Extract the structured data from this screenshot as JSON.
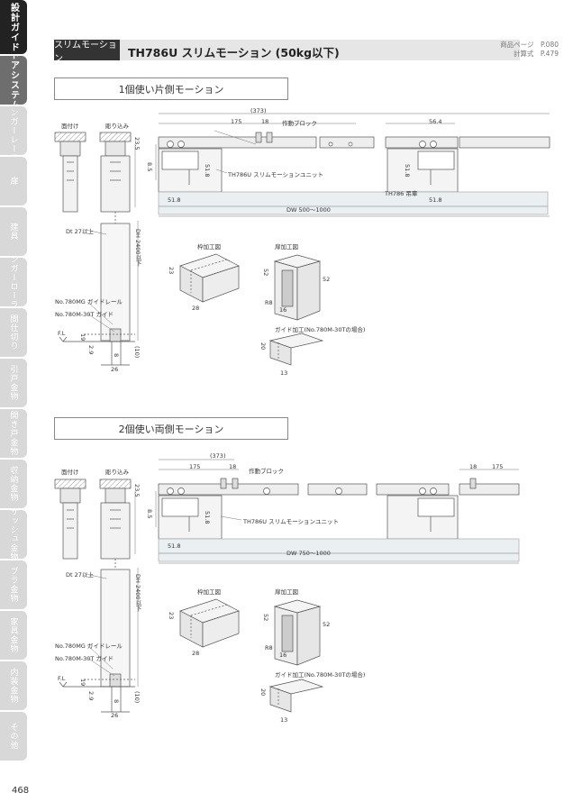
{
  "side_tabs": [
    {
      "label": "設計ガイド",
      "state": "active"
    },
    {
      "label": "ドアシステム",
      "state": "current"
    },
    {
      "label": "ハンガーレール",
      "state": "normal"
    },
    {
      "label": "扉",
      "state": "normal"
    },
    {
      "label": "建具",
      "state": "normal"
    },
    {
      "label": "ハンガーローラー",
      "state": "normal"
    },
    {
      "label": "間仕切り",
      "state": "normal"
    },
    {
      "label": "引戸金物",
      "state": "normal"
    },
    {
      "label": "開き戸金物",
      "state": "normal"
    },
    {
      "label": "収納金物",
      "state": "normal"
    },
    {
      "label": "サッシュ金物",
      "state": "normal"
    },
    {
      "label": "ブラ金物",
      "state": "normal"
    },
    {
      "label": "家具金物",
      "state": "normal"
    },
    {
      "label": "内装金物",
      "state": "normal"
    },
    {
      "label": "その他",
      "state": "normal"
    }
  ],
  "header": {
    "badge": "スリムモーション",
    "title": "TH786U スリムモーション (50kg以下)",
    "ref_page": "商品ページ　P.080",
    "ref_calc": "計算式　P.479"
  },
  "section1": {
    "title": "1個使い片側モーション",
    "face_mount": "面付け",
    "recess_mount": "彫り込み",
    "dim_373": "(373)",
    "dim_175": "175",
    "dim_18": "18",
    "operation_block": "作動ブロック",
    "dim_564": "56.4",
    "unit_label": "TH786U スリムモーションユニット",
    "hanger_label": "TH786 吊車",
    "dim_518a": "51.8",
    "dim_518b": "51.8",
    "dim_518c": "51.8",
    "dim_518d": "51.8",
    "dim_235": "23.5",
    "dim_85": "8.5",
    "dw": "DW 500～1000",
    "dt": "Dt 27以上",
    "dh": "DH 2400以下",
    "frame_process": "枠加工図",
    "door_process": "扉加工図",
    "guide_rail": "No.780MG ガイドレール",
    "guide": "No.780M-30T ガイド",
    "fl": "F.L",
    "dim_19": "19",
    "dim_29": "2.9",
    "dim_8": "8",
    "dim_26": "26",
    "dim_10": "(10)",
    "dim_23": "23",
    "dim_28": "28",
    "dim_52a": "52",
    "dim_52b": "52",
    "r8": "R8",
    "dim_16": "16",
    "guide_process": "ガイド加工(No.780M-30Tの場合)",
    "dim_20": "20",
    "dim_13": "13"
  },
  "section2": {
    "title": "2個使い両側モーション",
    "face_mount": "面付け",
    "recess_mount": "彫り込み",
    "dim_373": "(373)",
    "dim_175": "175",
    "dim_18": "18",
    "operation_block": "作動ブロック",
    "dim_18r": "18",
    "dim_175r": "175",
    "unit_label": "TH786U スリムモーションユニット",
    "dim_518a": "51.8",
    "dim_518b": "51.8",
    "dim_235": "23.5",
    "dim_85": "8.5",
    "dw": "DW 750～1000",
    "dt": "Dt 27以上",
    "dh": "DH 2400以下",
    "frame_process": "枠加工図",
    "door_process": "扉加工図",
    "guide_rail": "No.780MG ガイドレール",
    "guide": "No.780M-30T ガイド",
    "fl": "F.L",
    "dim_19": "19",
    "dim_29": "2.9",
    "dim_8": "8",
    "dim_26": "26",
    "dim_10": "(10)",
    "dim_23": "23",
    "dim_28": "28",
    "dim_52a": "52",
    "dim_52b": "52",
    "r8": "R8",
    "dim_16": "16",
    "guide_process": "ガイド加工(No.780M-30Tの場合)",
    "dim_20": "20",
    "dim_13": "13"
  },
  "page_number": "468"
}
